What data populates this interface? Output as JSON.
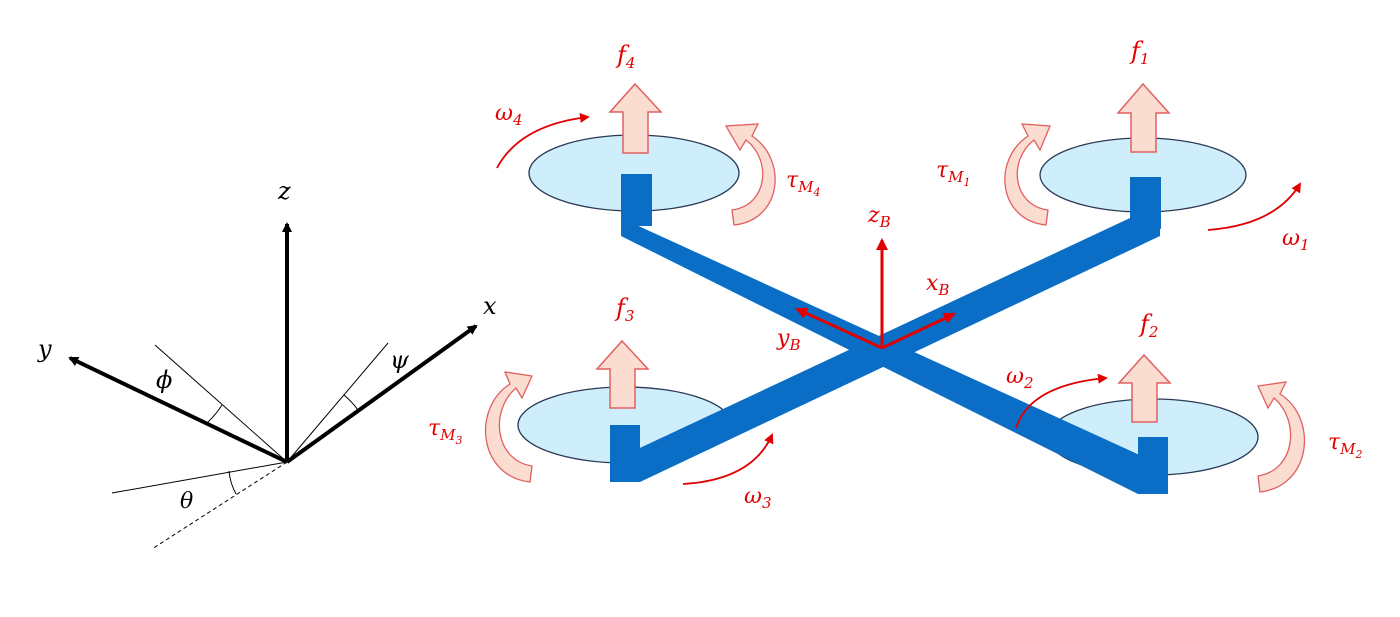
{
  "colors": {
    "black": "#000000",
    "red": "#e00000",
    "frame": "#0a6ec7",
    "rotor_fill": "#cfeefb",
    "rotor_stroke": "#2b3a55",
    "arrow_fill": "#fbdcd0",
    "arrow_stroke": "#e06060"
  },
  "inertial_frame": {
    "z": "z",
    "y": "y",
    "x": "x",
    "phi": "ϕ",
    "psi": "ψ",
    "theta": "θ"
  },
  "body_frame": {
    "z": {
      "base": "z",
      "sub": "B"
    },
    "x": {
      "base": "x",
      "sub": "B"
    },
    "y": {
      "base": "y",
      "sub": "B"
    }
  },
  "rotors": [
    {
      "id": "1",
      "force": {
        "base": "f",
        "sub": "1"
      },
      "omega": {
        "base": "ω",
        "sub": "1"
      },
      "torque": {
        "base": "τ",
        "sub": "M",
        "subsub": "1"
      }
    },
    {
      "id": "2",
      "force": {
        "base": "f",
        "sub": "2"
      },
      "omega": {
        "base": "ω",
        "sub": "2"
      },
      "torque": {
        "base": "τ",
        "sub": "M",
        "subsub": "2"
      }
    },
    {
      "id": "3",
      "force": {
        "base": "f",
        "sub": "3"
      },
      "omega": {
        "base": "ω",
        "sub": "3"
      },
      "torque": {
        "base": "τ",
        "sub": "M",
        "subsub": "3"
      }
    },
    {
      "id": "4",
      "force": {
        "base": "f",
        "sub": "4"
      },
      "omega": {
        "base": "ω",
        "sub": "4"
      },
      "torque": {
        "base": "τ",
        "sub": "M",
        "subsub": "4"
      }
    }
  ]
}
